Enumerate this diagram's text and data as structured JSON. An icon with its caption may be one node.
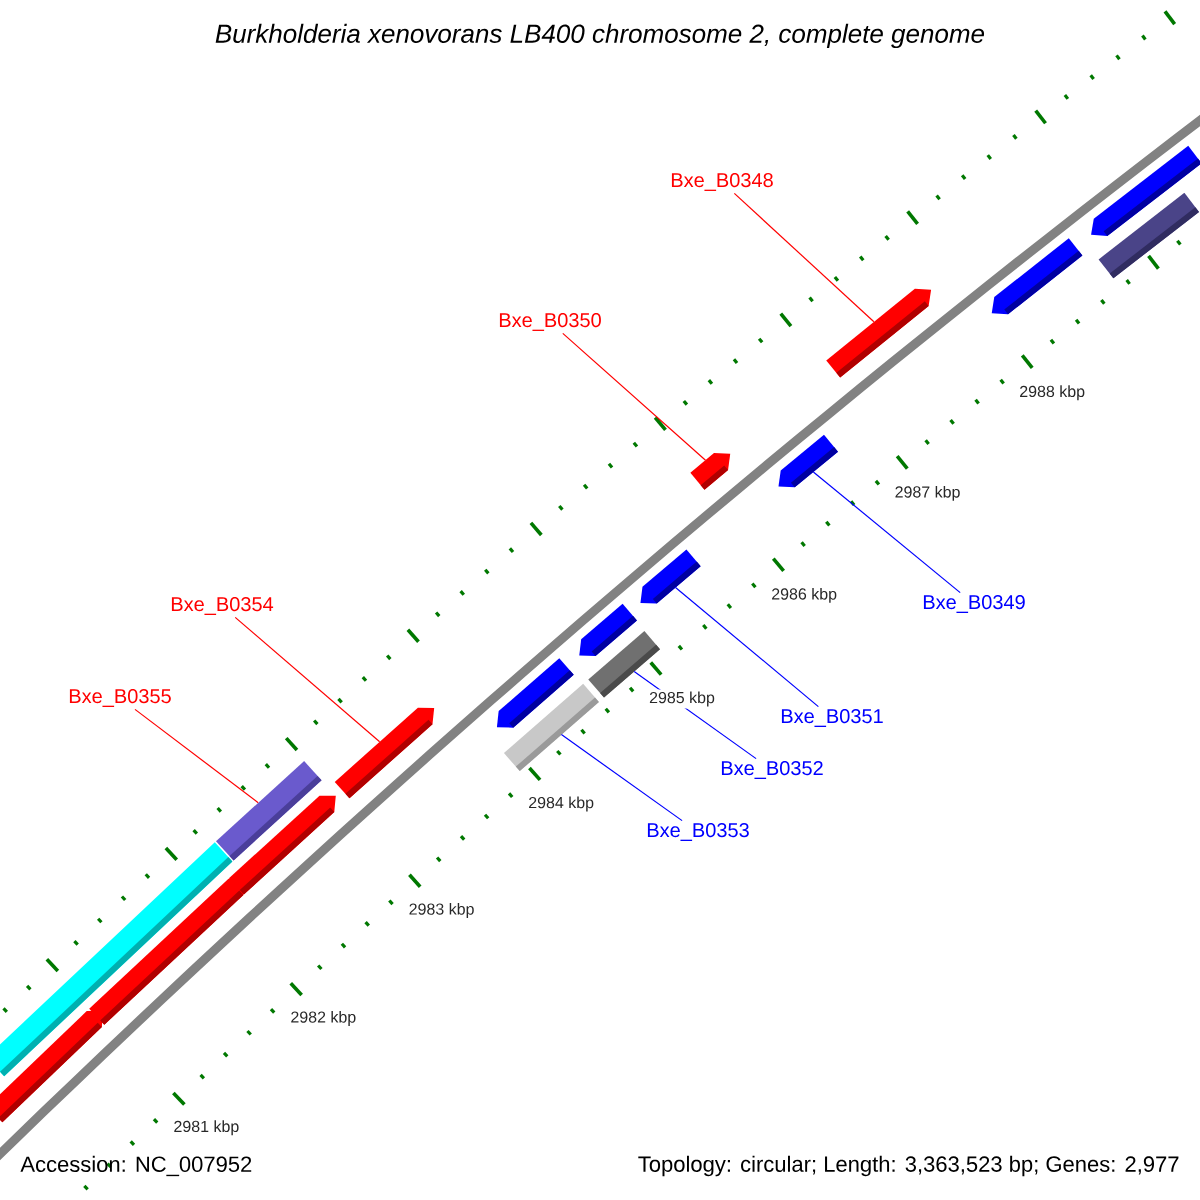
{
  "diagram": {
    "title": "Burkholderia xenovorans LB400 chromosome 2, complete genome",
    "nodes": [
      {
        "text": [
          "Bxe_B0348"
        ]
      },
      {
        "text": [
          "Bxe_B0350"
        ]
      },
      {
        "text": [
          "Bxe_B0354"
        ]
      },
      {
        "text": [
          "Bxe_B0355"
        ]
      },
      {
        "text": [
          "Bxe_B0349"
        ]
      },
      {
        "text": [
          "Bxe_B0351"
        ]
      },
      {
        "text": [
          "Bxe_B0352"
        ]
      },
      {
        "text": [
          "Bxe_B0353"
        ]
      },
      {
        "text": [],
        "shape": "arrow"
      },
      {
        "text": [],
        "shape": "arrow"
      },
      {
        "text": [],
        "shape": "bar"
      },
      {
        "text": [],
        "shape": "bar"
      },
      {
        "text": [],
        "shape": "arrow"
      },
      {
        "text": [],
        "shape": "arrow"
      },
      {
        "text": [],
        "shape": "arrow"
      },
      {
        "text": [],
        "shape": "bar"
      },
      {
        "text": [],
        "shape": "arrow"
      },
      {
        "text": [],
        "shape": "bar"
      },
      {
        "text": [],
        "shape": "arrow"
      },
      {
        "text": [],
        "shape": "arrow"
      },
      {
        "text": [],
        "shape": "arrow"
      },
      {
        "text": [],
        "shape": "arrow"
      },
      {
        "text": [],
        "shape": "arrow"
      },
      {
        "text": [],
        "shape": "arrow"
      },
      {
        "text": [],
        "shape": "bar"
      }
    ],
    "edges": [
      {
        "from": 0,
        "to": 21,
        "arrow": "none",
        "color": "#ff0000"
      },
      {
        "from": 1,
        "to": 19,
        "arrow": "none",
        "color": "#ff0000"
      },
      {
        "from": 2,
        "to": 13,
        "arrow": "none",
        "color": "#ff0000"
      },
      {
        "from": 3,
        "to": 11,
        "arrow": "none",
        "color": "#ff0000"
      },
      {
        "from": 4,
        "to": 20,
        "arrow": "none",
        "color": "#0000ff"
      },
      {
        "from": 5,
        "to": 18,
        "arrow": "none",
        "color": "#0000ff"
      },
      {
        "from": 6,
        "to": 17,
        "arrow": "none",
        "color": "#0000ff"
      },
      {
        "from": 7,
        "to": 15,
        "arrow": "none",
        "color": "#0000ff"
      }
    ],
    "labels": [
      "2988 kbp",
      "2987 kbp",
      "2986 kbp",
      "2985 kbp",
      "2984 kbp",
      "2983 kbp",
      "2982 kbp",
      "2981 kbp",
      "Accession: NC_007952",
      "Topology: circular; Length: 3,363,523 bp; Genes: 2,977"
    ]
  }
}
